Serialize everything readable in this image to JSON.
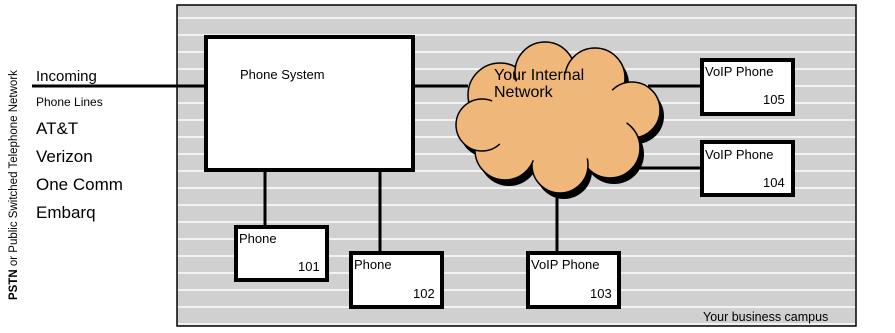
{
  "left_panel": {
    "side_label_bold": "PSTN",
    "side_label_rest": " or Public Switched Telephone Network",
    "incoming": "Incoming",
    "phone_lines": "Phone Lines",
    "carriers": [
      "AT&T",
      "Verizon",
      "One Comm",
      "Embarq"
    ]
  },
  "campus": {
    "caption": "Your business campus"
  },
  "phone_system": {
    "label": "Phone System"
  },
  "network": {
    "label_line1": "Your Internal",
    "label_line2": "Network"
  },
  "devices": [
    {
      "name": "Phone",
      "ext": "101"
    },
    {
      "name": "Phone",
      "ext": "102"
    },
    {
      "name": "VoIP Phone",
      "ext": "103"
    },
    {
      "name": "VoIP Phone",
      "ext": "104"
    },
    {
      "name": "VoIP Phone",
      "ext": "105"
    }
  ],
  "colors": {
    "campus_fill": "#d0d0d0",
    "campus_lines": "#f2f2f2",
    "cloud_fill": "#f0b77a",
    "cloud_shadow": "#000000"
  }
}
